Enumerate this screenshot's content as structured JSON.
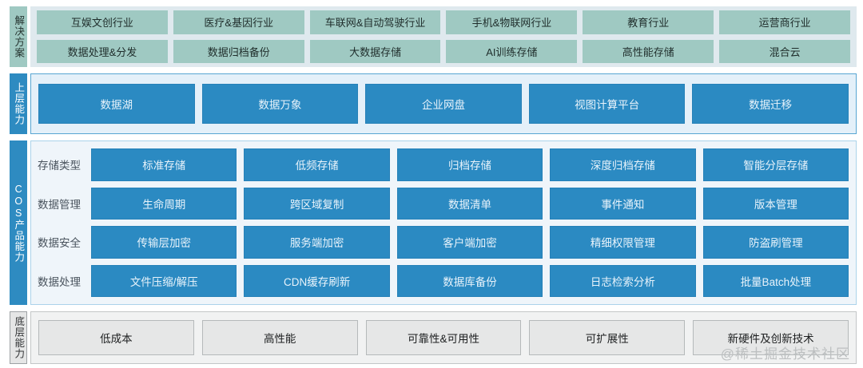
{
  "colors": {
    "teal_block": "#9fc9c2",
    "blue_block": "#2b8ac2",
    "blue_tab": "#2e8bc1",
    "light_blue_panel": "#e4f0f9",
    "lighter_blue_panel": "#eff5fa",
    "solutions_panel": "#dfe9ee",
    "gray_block": "#e6e7e7"
  },
  "bands": {
    "solutions": {
      "label": "解决方案",
      "rows": [
        [
          "互娱文创行业",
          "医疗&基因行业",
          "车联网&自动驾驶行业",
          "手机&物联网行业",
          "教育行业",
          "运营商行业"
        ],
        [
          "数据处理&分发",
          "数据归档备份",
          "大数据存储",
          "AI训练存储",
          "高性能存储",
          "混合云"
        ]
      ]
    },
    "upper": {
      "label": "上层能力",
      "items": [
        "数据湖",
        "数据万象",
        "企业网盘",
        "视图计算平台",
        "数据迁移"
      ]
    },
    "cos": {
      "label": "COS产品能力",
      "rows": [
        {
          "label": "存储类型",
          "items": [
            "标准存储",
            "低频存储",
            "归档存储",
            "深度归档存储",
            "智能分层存储"
          ]
        },
        {
          "label": "数据管理",
          "items": [
            "生命周期",
            "跨区域复制",
            "数据清单",
            "事件通知",
            "版本管理"
          ]
        },
        {
          "label": "数据安全",
          "items": [
            "传输层加密",
            "服务端加密",
            "客户端加密",
            "精细权限管理",
            "防盗刷管理"
          ]
        },
        {
          "label": "数据处理",
          "items": [
            "文件压缩/解压",
            "CDN缓存刷新",
            "数据库备份",
            "日志检索分析",
            "批量Batch处理"
          ]
        }
      ]
    },
    "foundation": {
      "label": "底层能力",
      "items": [
        "低成本",
        "高性能",
        "可靠性&可用性",
        "可扩展性",
        "新硬件及创新技术"
      ]
    }
  },
  "watermark": {
    "text": "@稀土掘金技术社区"
  }
}
